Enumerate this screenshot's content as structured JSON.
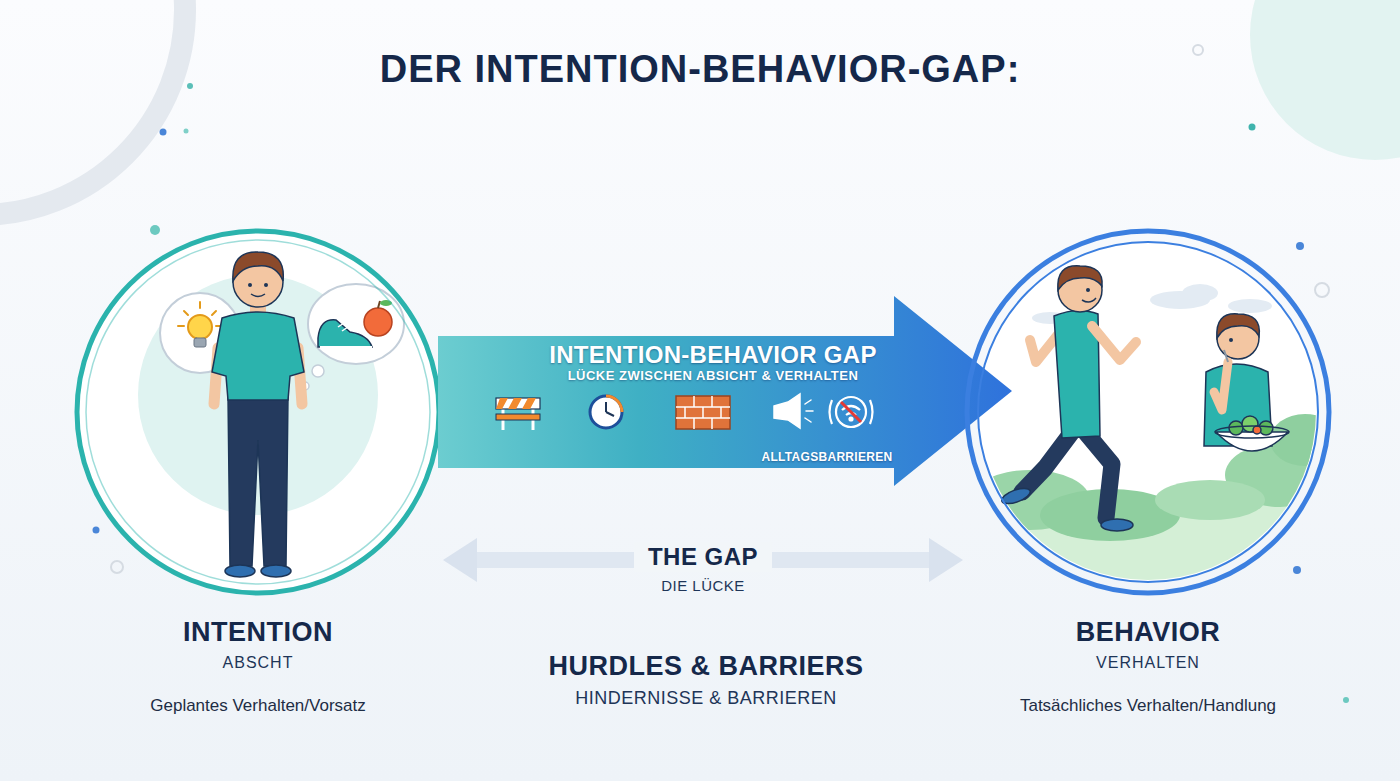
{
  "diagram": {
    "title": "DER INTENTION-BEHAVIOR-GAP:",
    "nodes": [
      {
        "text": [
          "INTENTION",
          "ABSCHT",
          "Geplantes Verhalten/Vorsatz"
        ]
      },
      {
        "text": [
          "INTENTION-BEHAVIOR GAP",
          "LÜCKE ZWISCHEN ABSICHT & VERHALTEN",
          "ALLTAGSBARRIEREN"
        ]
      },
      {
        "text": [
          "BEHAVIOR",
          "VERHALTEN",
          "Tatsächliches Verhalten/Handlung"
        ]
      }
    ],
    "edges": [
      {
        "from": 0,
        "to": 2,
        "arrow": "both",
        "label": "THE GAP"
      }
    ],
    "labels": [
      "DIE LÜCKE",
      "HURDLES & BARRIERS",
      "HINDERNISSE & BARRIEREN"
    ]
  }
}
